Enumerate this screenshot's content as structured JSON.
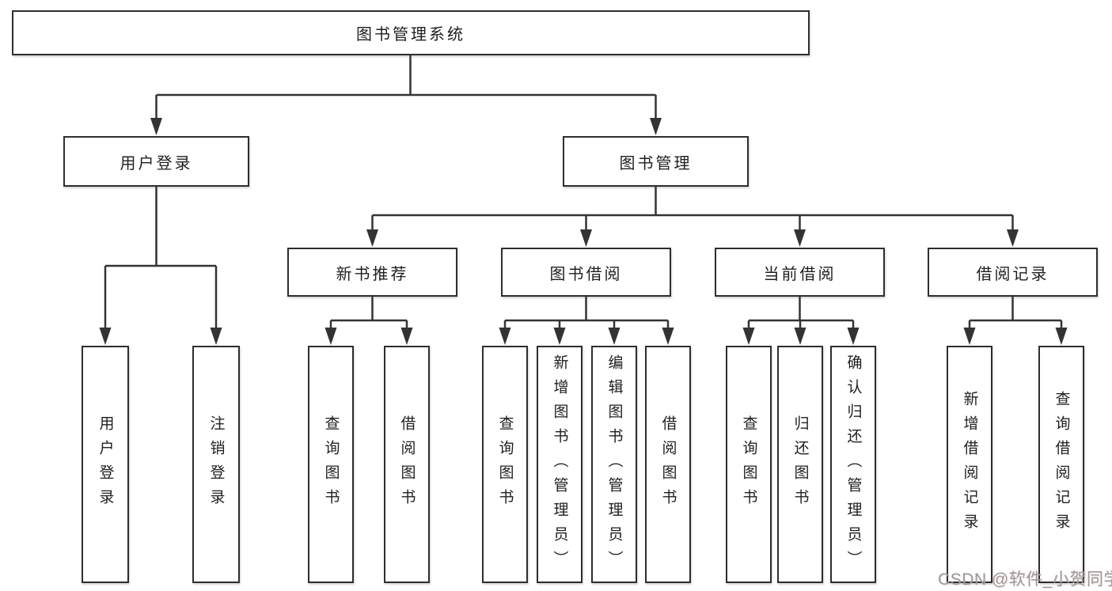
{
  "diagram": {
    "root": {
      "label": "图书管理系统"
    },
    "branches": [
      {
        "label": "用户登录",
        "children": [
          {
            "label": "用户登录"
          },
          {
            "label": "注销登录"
          }
        ]
      },
      {
        "label": "图书管理",
        "children": [
          {
            "label": "新书推荐",
            "children": [
              {
                "label": "查询图书"
              },
              {
                "label": "借阅图书"
              }
            ]
          },
          {
            "label": "图书借阅",
            "children": [
              {
                "label": "查询图书"
              },
              {
                "label": "新增图书（管理员）"
              },
              {
                "label": "编辑图书（管理员）"
              },
              {
                "label": "借阅图书"
              }
            ]
          },
          {
            "label": "当前借阅",
            "children": [
              {
                "label": "查询图书"
              },
              {
                "label": "归还图书"
              },
              {
                "label": "确认归还（管理员）"
              }
            ]
          },
          {
            "label": "借阅记录",
            "children": [
              {
                "label": "新增借阅记录"
              },
              {
                "label": "查询借阅记录"
              }
            ]
          }
        ]
      }
    ]
  },
  "watermark": {
    "text": "CSDN @软件_小贺同学"
  },
  "colors": {
    "line": "#333333",
    "box_border": "#2e2e2e",
    "text": "#1f1f1f",
    "background": "#ffffff",
    "watermark": "#9a9a9a"
  }
}
